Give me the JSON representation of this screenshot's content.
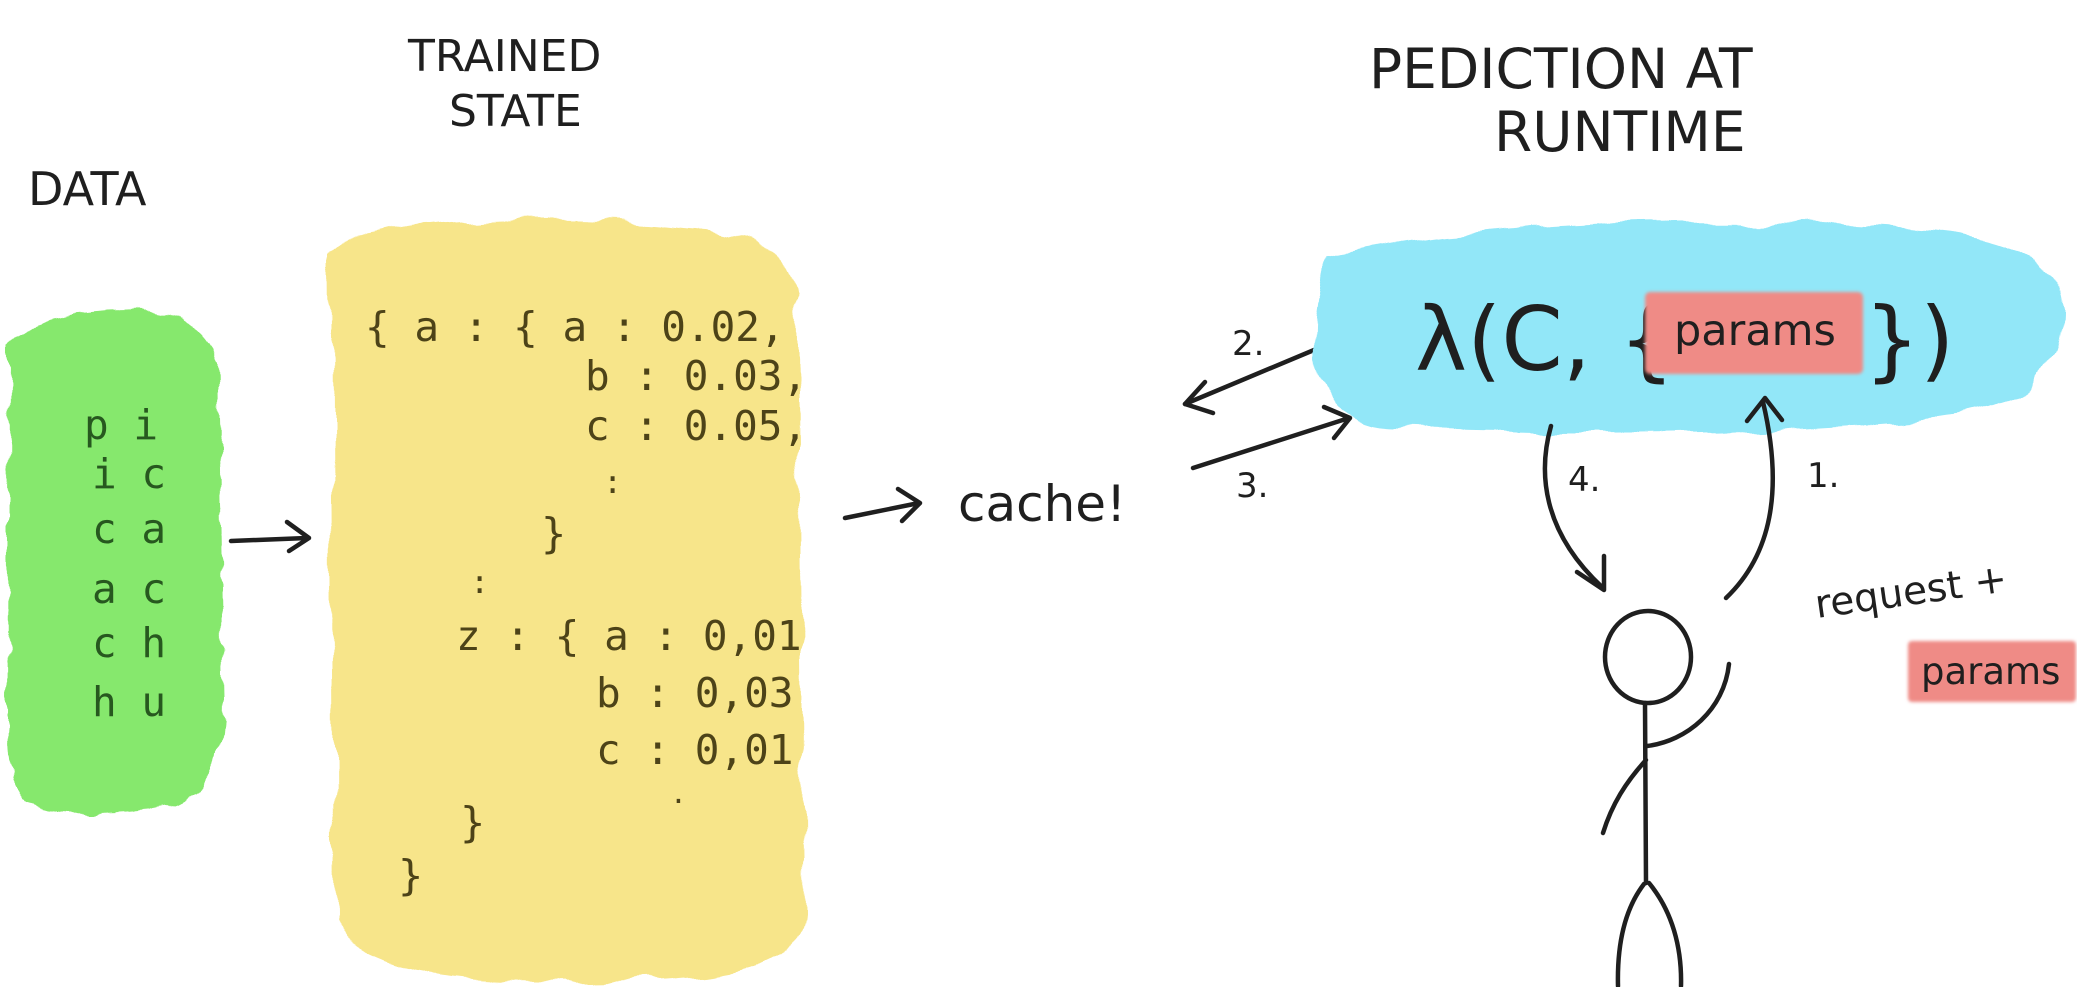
{
  "titles": {
    "data": "DATA",
    "trained_state_line1": "TRAINED",
    "trained_state_line2": "STATE",
    "prediction_line1": "PEDICTION AT",
    "prediction_line2": "RUNTIME"
  },
  "data_pairs": [
    "p i",
    "i c",
    "c a",
    "a c",
    "c h",
    "h u"
  ],
  "trained_state": {
    "lines": [
      "{ a : { a : 0.02,",
      "b : 0.03,",
      "c : 0.05,",
      ":",
      "}",
      ":",
      "z : { a : 0,01",
      "b : 0,03",
      "c : 0,01",
      ".",
      "}",
      "}"
    ]
  },
  "cache_label": "cache!",
  "lambda": {
    "prefix": "λ(C, {",
    "params_label": "params",
    "suffix": "})"
  },
  "step_labels": {
    "step1": "1.",
    "step2": "2.",
    "step3": "3.",
    "step4": "4."
  },
  "request": {
    "line1": "request +",
    "params_label": "params"
  },
  "colors": {
    "green_blob": "#86e86d",
    "yellow_blob": "#f7e58a",
    "blue_blob": "#92e7f8",
    "params_box": "#ef8b86"
  }
}
